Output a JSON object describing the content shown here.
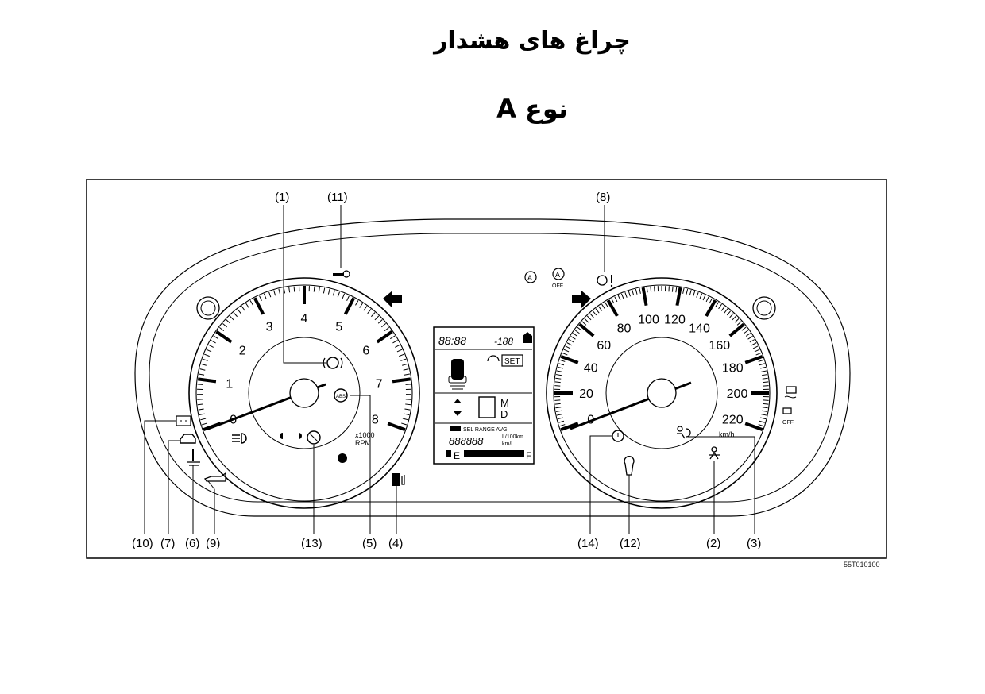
{
  "header": {
    "title": "چراغ های هشدار",
    "subtitle": "نوع A"
  },
  "figure_id": "55T010100",
  "callouts": {
    "c1": "(1)",
    "c2": "(2)",
    "c3": "(3)",
    "c4": "(4)",
    "c5": "(5)",
    "c6": "(6)",
    "c7": "(7)",
    "c8": "(8)",
    "c9": "(9)",
    "c10": "(10)",
    "c11": "(11)",
    "c12": "(12)",
    "c13": "(13)",
    "c14": "(14)"
  },
  "tachometer": {
    "ticks": [
      "0",
      "1",
      "2",
      "3",
      "4",
      "5",
      "6",
      "7",
      "8"
    ],
    "unit_line1": "x1000",
    "unit_line2": "RPM"
  },
  "speedometer": {
    "ticks": [
      "0",
      "20",
      "40",
      "60",
      "80",
      "100",
      "120",
      "140",
      "160",
      "180",
      "200",
      "220"
    ],
    "unit": "km/h"
  },
  "lcd": {
    "clock": "88:88",
    "temp": "-188",
    "set_label": "SET",
    "gear_m": "M",
    "gear_d": "D",
    "info_line": "SEL RANGE AVG.",
    "odometer": "888888",
    "unit1": "L/100km",
    "unit2": "km/L",
    "fuel_e": "E",
    "fuel_f": "F"
  },
  "icons": {
    "auto_stop_off_label": "OFF",
    "esp_off_label": "OFF"
  }
}
